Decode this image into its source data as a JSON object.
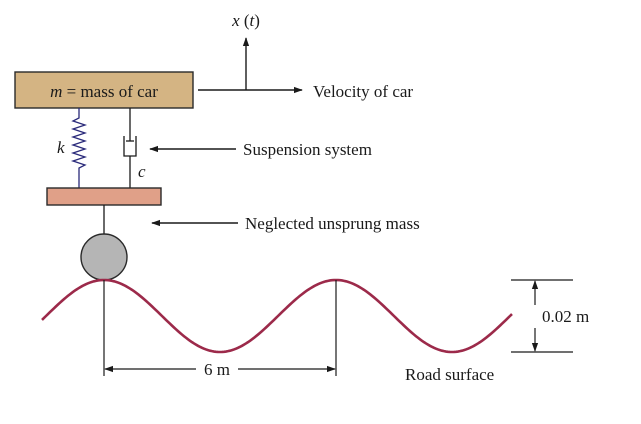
{
  "labels": {
    "displacement": "x (t)",
    "mass": "m = mass of car",
    "velocity": "Velocity of car",
    "spring": "k",
    "damper": "c",
    "suspension": "Suspension system",
    "unsprung": "Neglected unsprung mass",
    "amplitude": "0.02 m",
    "wavelength": "6 m",
    "road": "Road surface"
  },
  "colors": {
    "mass_fill": "#d4b483",
    "plate_fill": "#e0a088",
    "wheel_fill": "#b5b5b5",
    "road": "#9c2a4a",
    "spring": "#2a2a7a",
    "ink": "#1a1a1a"
  }
}
